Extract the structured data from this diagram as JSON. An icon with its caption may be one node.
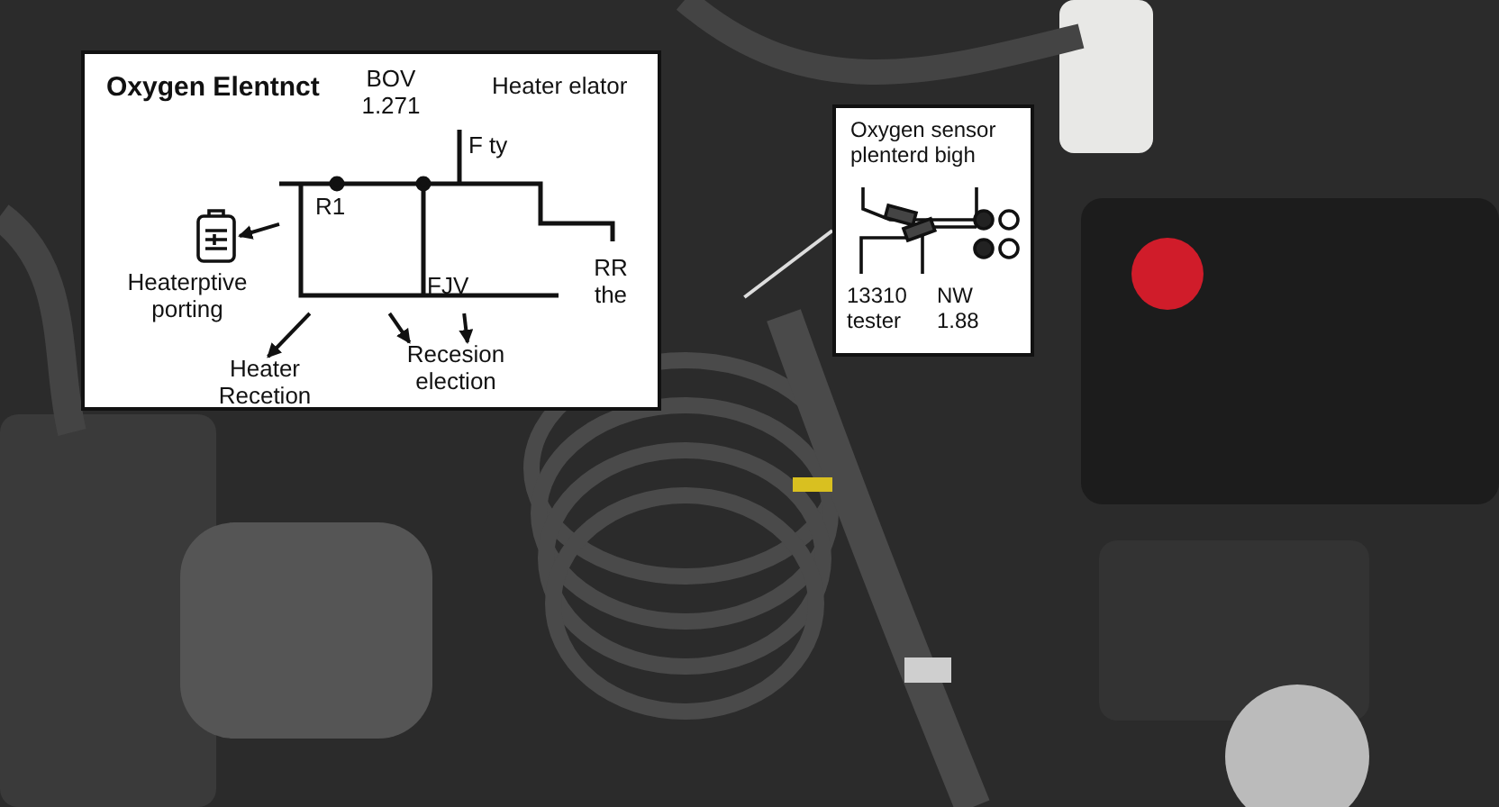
{
  "diagram": {
    "nodes": [
      {
        "text": [
          "Oxygen Elentnct"
        ]
      },
      {
        "text": [],
        "shape": "picture",
        "in": 0
      },
      {
        "text": [],
        "shape": "picture",
        "in": 0,
        "beside": [
          "Heaterptive porting"
        ]
      },
      {
        "text": [
          "Heater Recetion"
        ],
        "in": 0
      },
      {
        "text": [
          "Recesion election"
        ],
        "in": 0
      },
      {
        "text": [
          "Oxygen sensor plenterd bigh"
        ]
      },
      {
        "text": [],
        "shape": "picture"
      }
    ],
    "edges": [
      {
        "from": 1,
        "to": 2,
        "arrow": "to"
      },
      {
        "from": 1,
        "to": 3,
        "arrow": "to"
      },
      {
        "from": 1,
        "to": 4,
        "arrow": "to"
      },
      {
        "from": 1,
        "to": 4,
        "arrow": "to"
      },
      {
        "from": 5,
        "to": 6,
        "arrow": "none",
        "color": "#dddddd"
      }
    ],
    "labels": [
      "BOV 1.271",
      "Heater elator",
      "F ty",
      "R1",
      "FJV",
      "RR the",
      "13310 tester",
      "NW 1.88"
    ]
  }
}
